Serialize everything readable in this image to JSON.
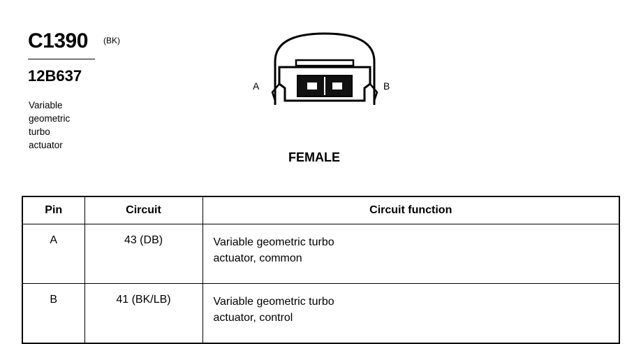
{
  "connector": {
    "id": "C1390",
    "color_code": "(BK)",
    "part_number": "12B637",
    "description_lines": [
      "Variable",
      "geometric",
      "turbo",
      "actuator"
    ],
    "pin_a_label": "A",
    "pin_b_label": "B",
    "gender": "FEMALE"
  },
  "table": {
    "headers": {
      "pin": "Pin",
      "circuit": "Circuit",
      "function": "Circuit function"
    },
    "rows": [
      {
        "pin": "A",
        "circuit": "43 (DB)",
        "function_lines": [
          "Variable geometric turbo",
          "actuator, common"
        ]
      },
      {
        "pin": "B",
        "circuit": "41 (BK/LB)",
        "function_lines": [
          "Variable geometric turbo",
          "actuator, control"
        ]
      }
    ]
  }
}
